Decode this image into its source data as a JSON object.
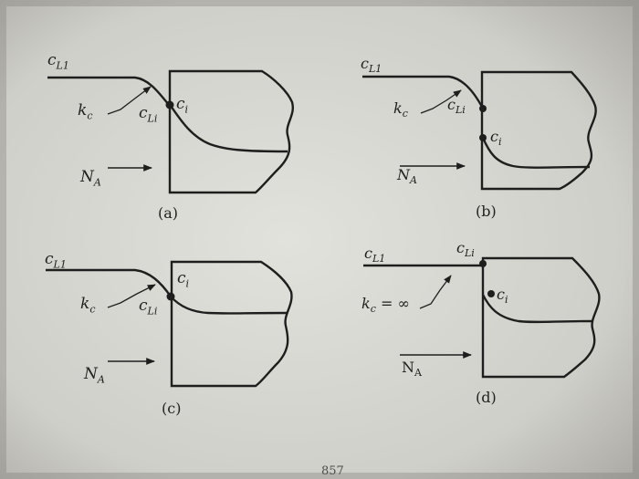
{
  "panels": [
    {
      "id": "a",
      "caption": "(a)",
      "bulk_label": {
        "base": "c",
        "sub": "L1"
      },
      "interface_liquid_label": {
        "base": "c",
        "sub": "Li"
      },
      "interface_solid_label": "c",
      "interface_solid_sub": "i",
      "coeff_label": {
        "base": "k",
        "sub": "c"
      },
      "flux_label": {
        "base": "N",
        "sub": "A"
      }
    },
    {
      "id": "b",
      "caption": "(b)",
      "bulk_label": {
        "base": "c",
        "sub": "L1"
      },
      "interface_liquid_label": {
        "base": "c",
        "sub": "Li"
      },
      "interface_solid_label": "c",
      "interface_solid_sub": "i",
      "coeff_label": {
        "base": "k",
        "sub": "c"
      },
      "flux_label": {
        "base": "N",
        "sub": "A"
      }
    },
    {
      "id": "c",
      "caption": "(c)",
      "bulk_label": {
        "base": "c",
        "sub": "L1"
      },
      "interface_liquid_label": {
        "base": "c",
        "sub": "Li"
      },
      "interface_solid_label": "c",
      "interface_solid_sub": "i",
      "coeff_label": {
        "base": "k",
        "sub": "c"
      },
      "flux_label": {
        "base": "N",
        "sub": "A"
      }
    },
    {
      "id": "d",
      "caption": "(d)",
      "bulk_label": {
        "base": "c",
        "sub": "L1"
      },
      "interface_liquid_label": {
        "base": "c",
        "sub": "Li"
      },
      "interface_solid_label": "c",
      "interface_solid_sub": "i",
      "coeff_label": {
        "base": "k",
        "sub": "c"
      },
      "coeff_suffix": " = ∞",
      "flux_label": {
        "base": "N",
        "sub": "A"
      }
    }
  ],
  "page_number": "857",
  "colors": {
    "background": "#8d8c86",
    "paper": "#dcdcd6",
    "ink": "#1e1e1e"
  }
}
